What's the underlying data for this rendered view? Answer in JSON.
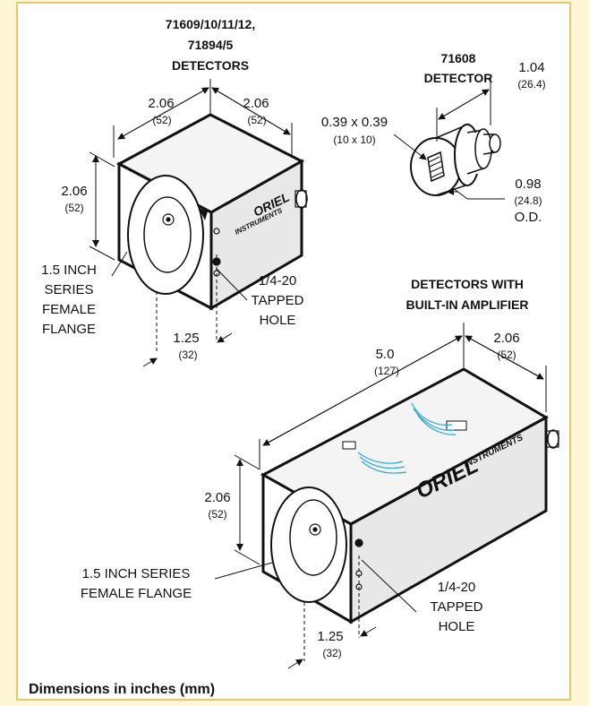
{
  "colors": {
    "panel_bg": "#fff6d6",
    "panel_border": "#e4c869",
    "line": "#111111",
    "brand": "#2aa7d9"
  },
  "small_detector": {
    "title": [
      "71609/10/11/12,",
      "71894/5",
      "DETECTORS"
    ],
    "dim_left": {
      "in": "2.06",
      "mm": "(52)"
    },
    "dim_right": {
      "in": "2.06",
      "mm": "(52)"
    },
    "dim_height": {
      "in": "2.06",
      "mm": "(52)"
    },
    "flange": [
      "1.5 INCH",
      "SERIES",
      "FEMALE",
      "FLANGE"
    ],
    "tapped_hole": [
      "1/4-20",
      "TAPPED",
      "HOLE"
    ],
    "hole_offset": {
      "in": "1.25",
      "mm": "(32)"
    },
    "brand": "ORIEL",
    "brand_sub": "INSTRUMENTS"
  },
  "detector_71608": {
    "title": [
      "71608",
      "DETECTOR"
    ],
    "length": {
      "in": "1.04",
      "mm": "(26.4)"
    },
    "window": {
      "in": "0.39 x 0.39",
      "mm": "(10 x 10)"
    },
    "od": {
      "in": "0.98",
      "mm": "(24.8)",
      "suffix": "O.D."
    }
  },
  "amplified_detector": {
    "title": [
      "DETECTORS WITH",
      "BUILT-IN AMPLIFIER"
    ],
    "length": {
      "in": "5.0",
      "mm": "(127)"
    },
    "width": {
      "in": "2.06",
      "mm": "(52)"
    },
    "height": {
      "in": "2.06",
      "mm": "(52)"
    },
    "flange": [
      "1.5 INCH SERIES",
      "FEMALE FLANGE"
    ],
    "tapped_hole": [
      "1/4-20",
      "TAPPED",
      "HOLE"
    ],
    "hole_offset": {
      "in": "1.25",
      "mm": "(32)"
    },
    "brand": "ORIEL",
    "brand_sub": "INSTRUMENTS"
  },
  "footer": "Dimensions in inches (mm)"
}
